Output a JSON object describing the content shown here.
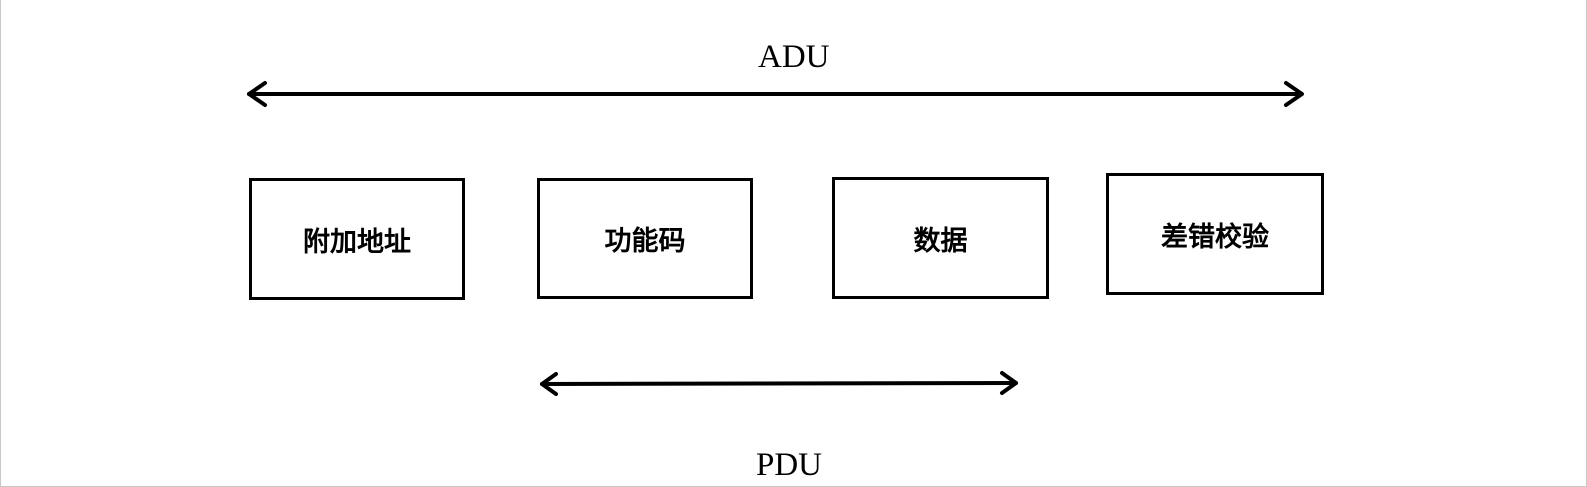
{
  "diagram": {
    "adu_label": "ADU",
    "pdu_label": "PDU",
    "fields": [
      {
        "label": "附加地址"
      },
      {
        "label": "功能码"
      },
      {
        "label": "数据"
      },
      {
        "label": "差错校验"
      }
    ],
    "line_color": "#000000",
    "background_color": "#ffffff"
  }
}
